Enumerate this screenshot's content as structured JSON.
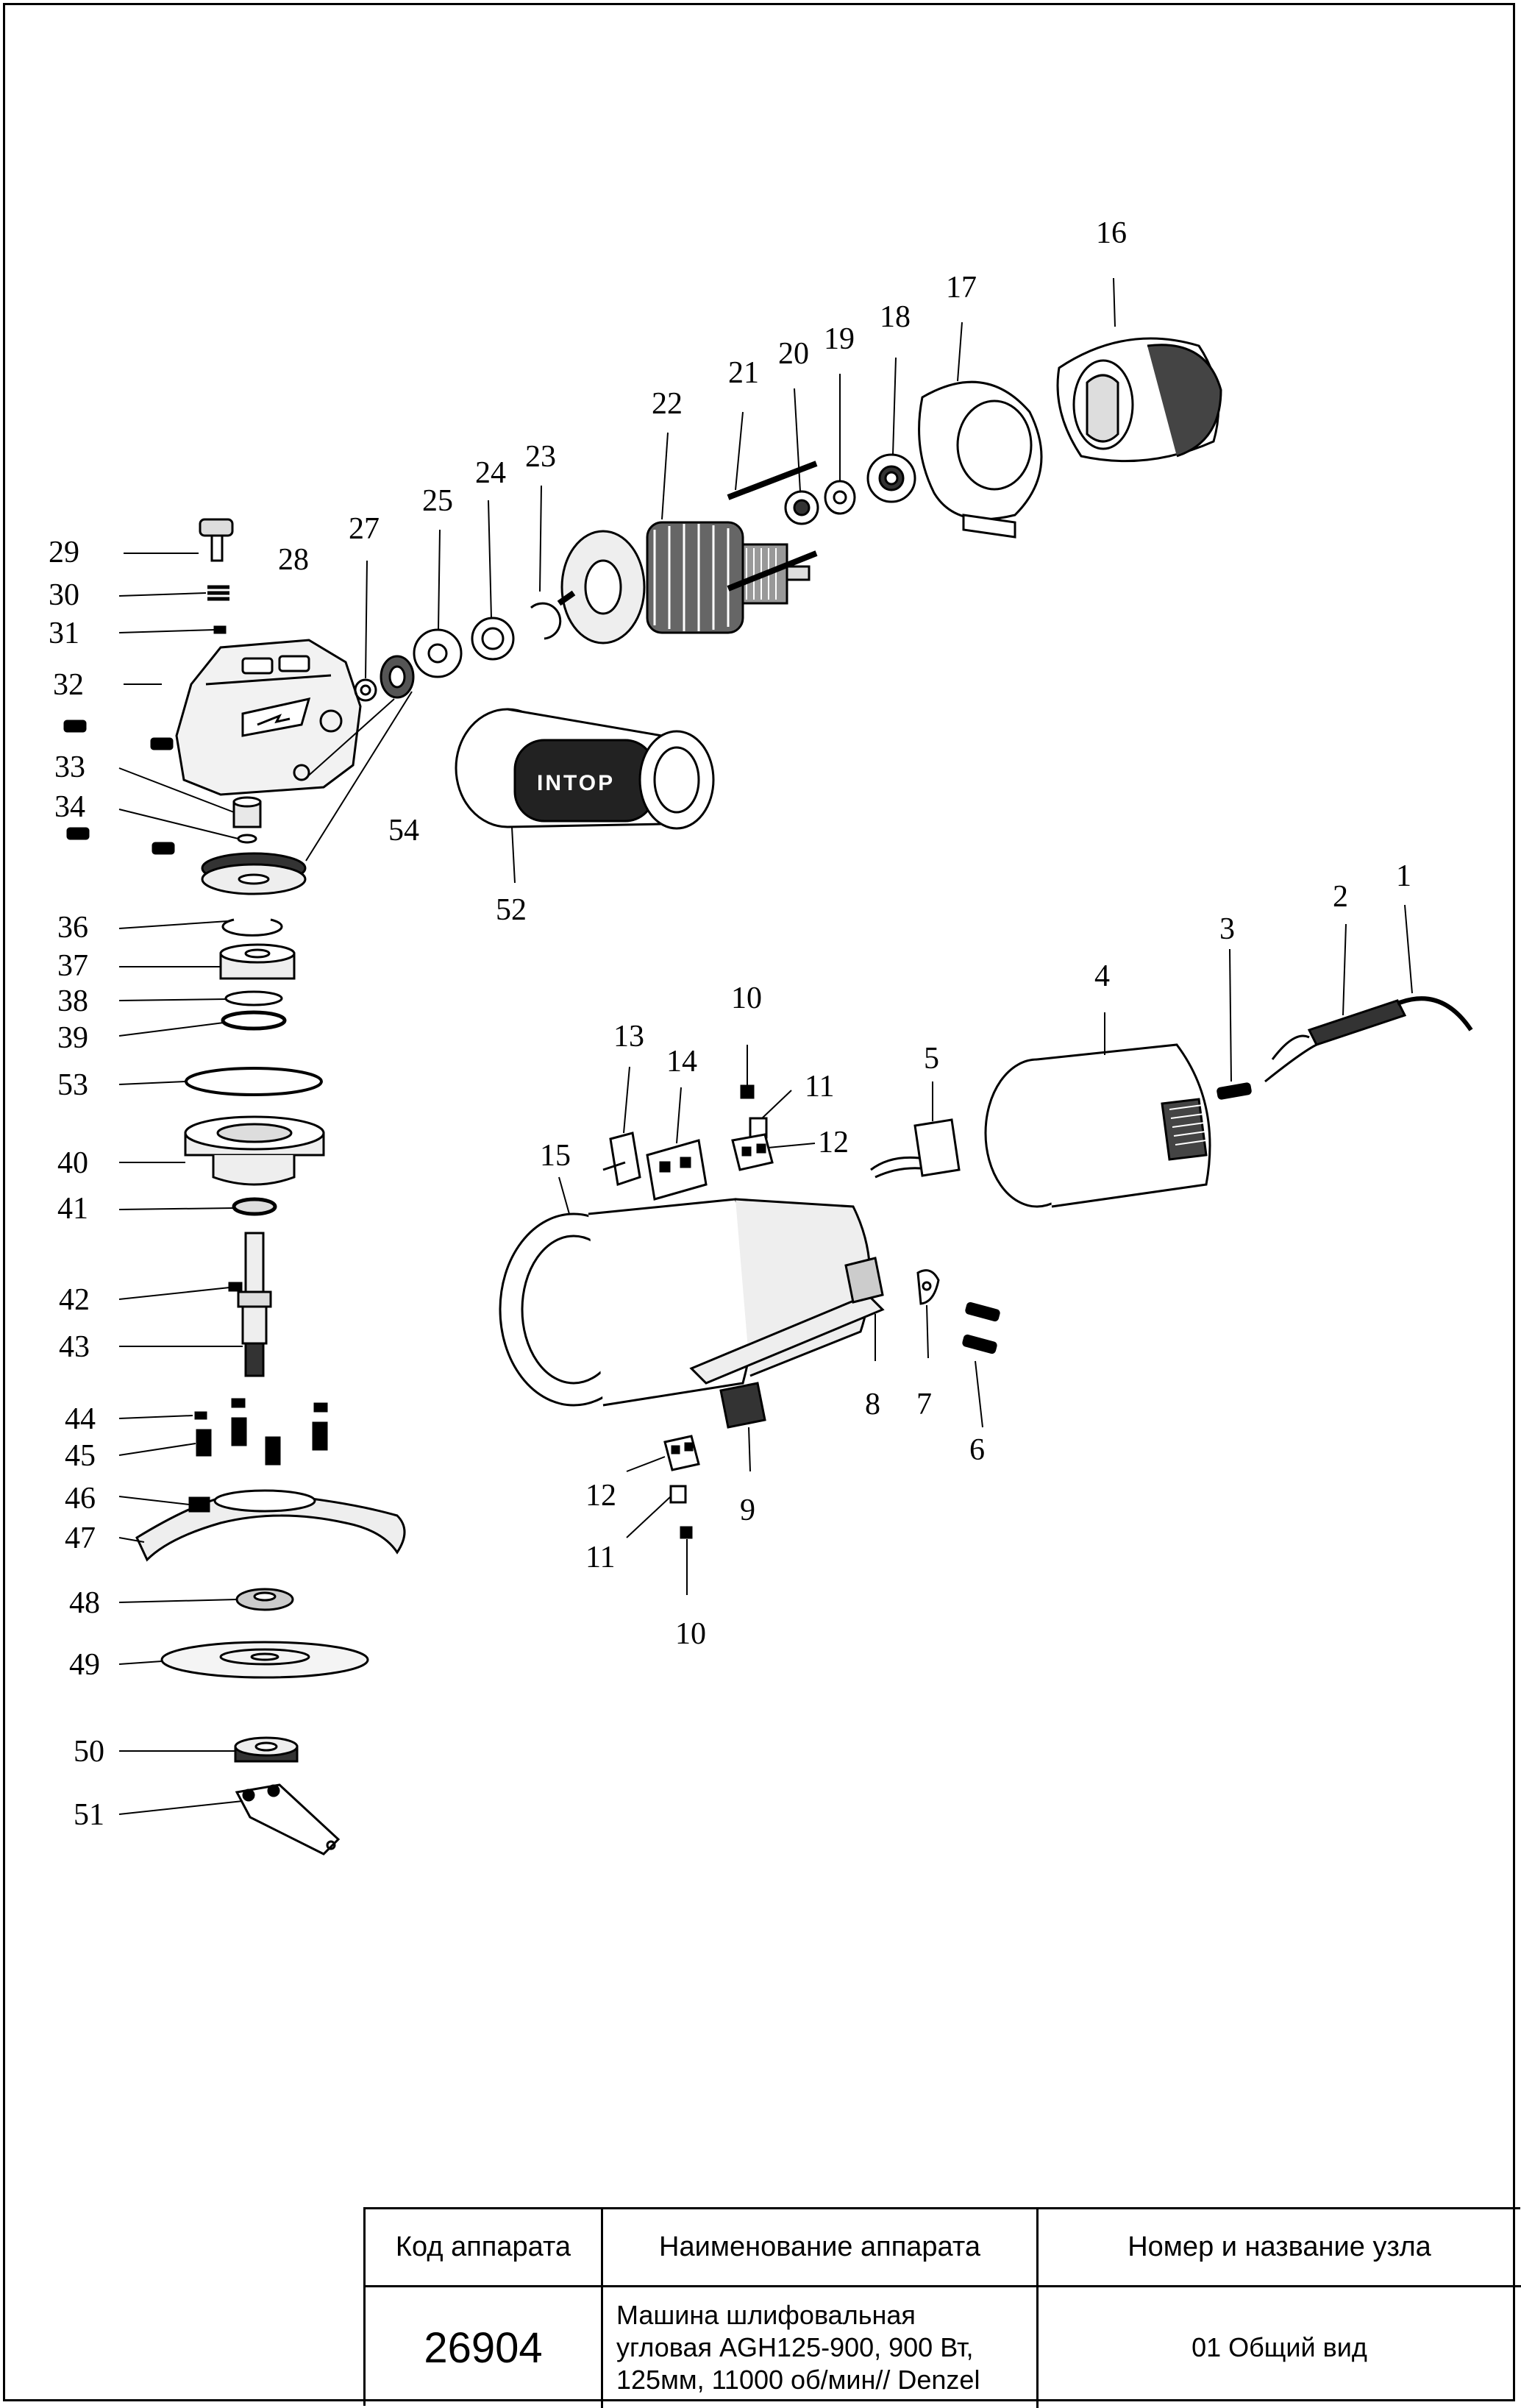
{
  "part_labels": {
    "p1": "1",
    "p2": "2",
    "p3": "3",
    "p4": "4",
    "p5": "5",
    "p6": "6",
    "p7": "7",
    "p8": "8",
    "p9": "9",
    "p10a": "10",
    "p10b": "10",
    "p11a": "11",
    "p11b": "11",
    "p12a": "12",
    "p12b": "12",
    "p13": "13",
    "p14": "14",
    "p15": "15",
    "p16": "16",
    "p17": "17",
    "p18": "18",
    "p19": "19",
    "p20": "20",
    "p21": "21",
    "p22": "22",
    "p23": "23",
    "p24": "24",
    "p25": "25",
    "p27": "27",
    "p28": "28",
    "p29": "29",
    "p30": "30",
    "p31": "31",
    "p32": "32",
    "p33": "33",
    "p34": "34",
    "p36": "36",
    "p37": "37",
    "p38": "38",
    "p39": "39",
    "p40": "40",
    "p41": "41",
    "p42": "42",
    "p43": "43",
    "p44": "44",
    "p45": "45",
    "p46": "46",
    "p47": "47",
    "p48": "48",
    "p49": "49",
    "p50": "50",
    "p51": "51",
    "p52": "52",
    "p53": "53",
    "p54": "54"
  },
  "handle_logo": "INTOP",
  "title_block": {
    "col1_header": "Код аппарата",
    "col2_header": "Наименование аппарата",
    "col3_header": "Номер и название узла",
    "code": "26904",
    "name": "Машина шлифовальная\nугловая AGH125-900, 900 Вт,\n125мм, 11000 об/мин// Denzel",
    "node": "01 Общий вид"
  }
}
